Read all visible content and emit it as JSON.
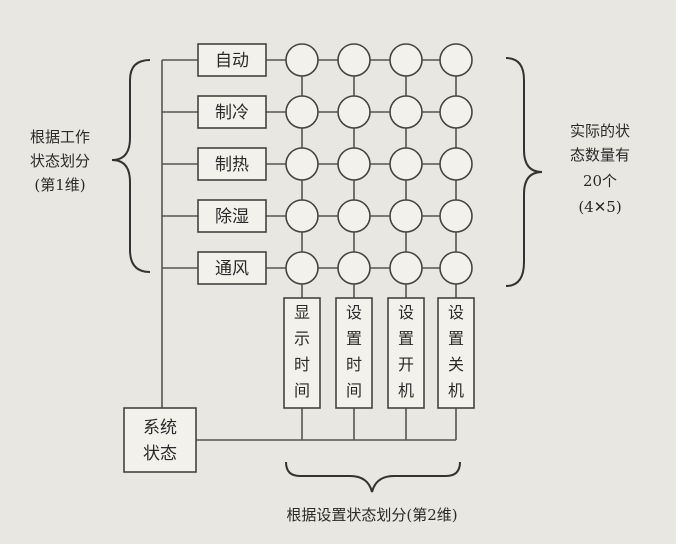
{
  "modes": [
    "自动",
    "制冷",
    "制热",
    "除湿",
    "通风"
  ],
  "settings": [
    [
      "显",
      "示",
      "时",
      "间"
    ],
    [
      "设",
      "置",
      "时",
      "间"
    ],
    [
      "设",
      "置",
      "开",
      "机"
    ],
    [
      "设",
      "置",
      "关",
      "机"
    ]
  ],
  "system_state": [
    "系统",
    "状态"
  ],
  "left_label": [
    "根据工作",
    "状态划分",
    "(第1维)"
  ],
  "right_label": [
    "实际的状",
    "态数量有",
    "20个",
    "(4✕5)"
  ],
  "bottom_label": "根据设置状态划分(第2维)",
  "colors": {
    "background": "#e9e7e2",
    "line": "#444444",
    "text": "#2a2a2a"
  }
}
